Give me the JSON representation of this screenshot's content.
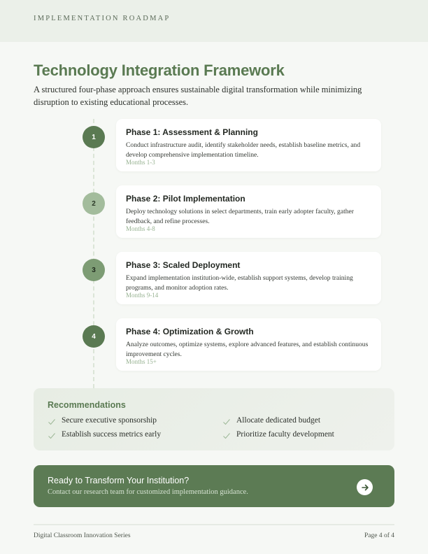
{
  "header": {
    "label": "IMPLEMENTATION ROADMAP"
  },
  "main": {
    "title": "Technology Integration Framework",
    "subtitle": "A structured four-phase approach ensures sustainable digital transformation while minimizing disruption to existing educational processes."
  },
  "phases": [
    {
      "number": "1",
      "title": "Phase 1: Assessment & Planning",
      "description": "Conduct infrastructure audit, identify stakeholder needs, establish baseline metrics, and develop comprehensive implementation timeline.",
      "months": "Months 1-3",
      "circle_color": "#5a7a52",
      "number_color": "#ffffff"
    },
    {
      "number": "2",
      "title": "Phase 2: Pilot Implementation",
      "description": "Deploy technology solutions in select departments, train early adopter faculty, gather feedback, and refine processes.",
      "months": "Months 4-8",
      "circle_color": "#a3bc9c",
      "number_color": "#2b3a28"
    },
    {
      "number": "3",
      "title": "Phase 3: Scaled Deployment",
      "description": "Expand implementation institution-wide, establish support systems, develop training programs, and monitor adoption rates.",
      "months": "Months 9-14",
      "circle_color": "#7d9c74",
      "number_color": "#1f2a1d"
    },
    {
      "number": "4",
      "title": "Phase 4: Optimization & Growth",
      "description": "Analyze outcomes, optimize systems, explore advanced features, and establish continuous improvement cycles.",
      "months": "Months 15+",
      "circle_color": "#5a7a52",
      "number_color": "#ffffff"
    }
  ],
  "recommendations": {
    "title": "Recommendations",
    "icon": "check-icon",
    "items": [
      "Secure executive sponsorship",
      "Establish success metrics early",
      "Allocate dedicated budget",
      "Prioritize faculty development"
    ]
  },
  "cta": {
    "title": "Ready to Transform Your Institution?",
    "subtitle": "Contact our research team for customized implementation guidance.",
    "icon": "arrow-right-icon"
  },
  "footer": {
    "series": "Digital Classroom Innovation Series",
    "page": "Page 4 of 4"
  },
  "colors": {
    "accent": "#5a7a52",
    "header_band": "#ebf0e9",
    "background": "#f6f8f5",
    "months_text": "#97b291"
  }
}
